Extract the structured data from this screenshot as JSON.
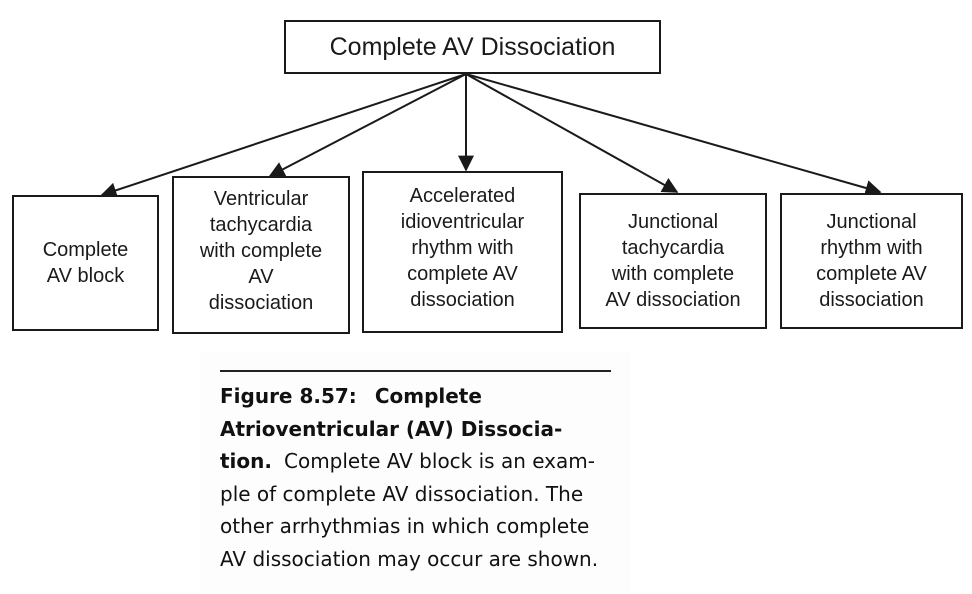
{
  "diagram": {
    "root": {
      "label": "Complete AV Dissociation"
    },
    "children": [
      {
        "label": "Complete\nAV block"
      },
      {
        "label": "Ventricular\ntachycardia\nwith complete\nAV\ndissociation"
      },
      {
        "label": "Accelerated\nidioventricular\nrhythm with\ncomplete AV\ndissociation"
      },
      {
        "label": "Junctional\ntachycardia\nwith complete\nAV dissociation"
      },
      {
        "label": "Junctional\nrhythm with\ncomplete AV\ndissociation"
      }
    ],
    "colors": {
      "stroke": "#1a1a1a",
      "text": "#1a1a1a"
    }
  },
  "caption": {
    "figure_label": "Figure 8.57:",
    "title_line1": "Complete",
    "title_line2": "Atrioventricular (AV) Dissocia-",
    "title_line3": "tion.",
    "body_line1": "Complete AV block is an exam-",
    "body_line2": "ple of complete AV dissociation. The",
    "body_line3": "other arrhythmias in which complete",
    "body_line4": "AV dissociation may occur are shown."
  }
}
